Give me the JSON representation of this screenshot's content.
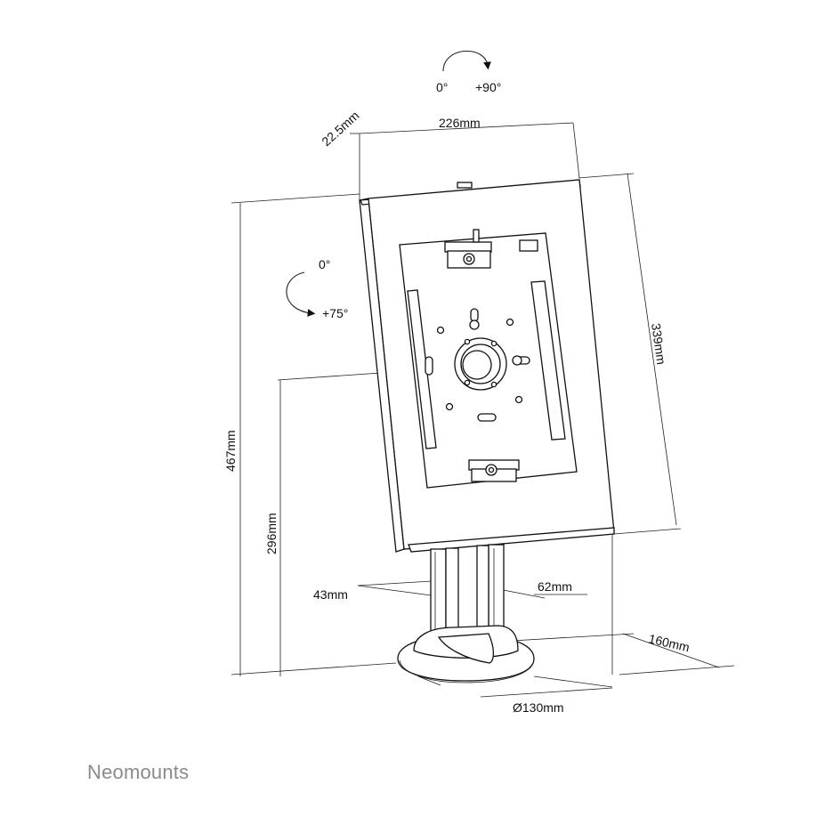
{
  "rotation_top": {
    "from_label": "0°",
    "to_label": "+90°"
  },
  "rotation_side": {
    "from_label": "0°",
    "to_label": "+75°"
  },
  "dimensions": {
    "depth": "22.5mm",
    "width": "226mm",
    "height_panel": "339mm",
    "height_total": "467mm",
    "height_center": "296mm",
    "pole_depth": "43mm",
    "pole_width": "62mm",
    "base_depth": "160mm",
    "base_diameter": "Ø130mm"
  },
  "brand": {
    "name": "Neomounts"
  },
  "colors": {
    "line": "#111111",
    "brand": "#8a8a8a",
    "background": "#ffffff"
  }
}
